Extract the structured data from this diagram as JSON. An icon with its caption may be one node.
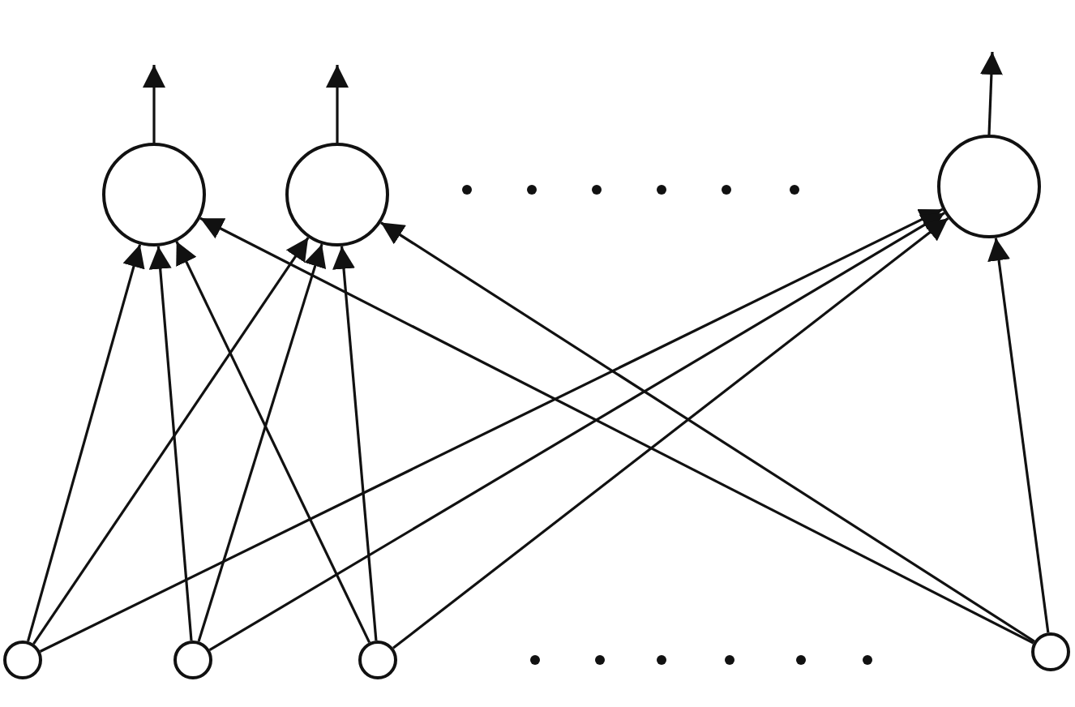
{
  "diagram": {
    "nodes": [
      {
        "text": [],
        "shape": "circle"
      },
      {
        "text": [],
        "shape": "circle"
      },
      {
        "text": [],
        "shape": "circle"
      },
      {
        "text": [],
        "shape": "circle"
      },
      {
        "text": [],
        "shape": "circle"
      },
      {
        "text": [],
        "shape": "circle"
      },
      {
        "text": [],
        "shape": "circle"
      }
    ],
    "edges": [
      {
        "from": 3,
        "to": 0,
        "arrow": "to"
      },
      {
        "from": 3,
        "to": 1,
        "arrow": "to"
      },
      {
        "from": 3,
        "to": 2,
        "arrow": "to"
      },
      {
        "from": 4,
        "to": 0,
        "arrow": "to"
      },
      {
        "from": 4,
        "to": 1,
        "arrow": "to"
      },
      {
        "from": 4,
        "to": 2,
        "arrow": "to"
      },
      {
        "from": 5,
        "to": 0,
        "arrow": "to"
      },
      {
        "from": 5,
        "to": 1,
        "arrow": "to"
      },
      {
        "from": 5,
        "to": 2,
        "arrow": "to"
      },
      {
        "from": 6,
        "to": 0,
        "arrow": "to"
      },
      {
        "from": 6,
        "to": 1,
        "arrow": "to"
      },
      {
        "from": 6,
        "to": 2,
        "arrow": "to"
      },
      {
        "from": 0,
        "to": null,
        "arrow": "to"
      },
      {
        "from": 1,
        "to": null,
        "arrow": "to"
      },
      {
        "from": 2,
        "to": null,
        "arrow": "to"
      }
    ]
  }
}
